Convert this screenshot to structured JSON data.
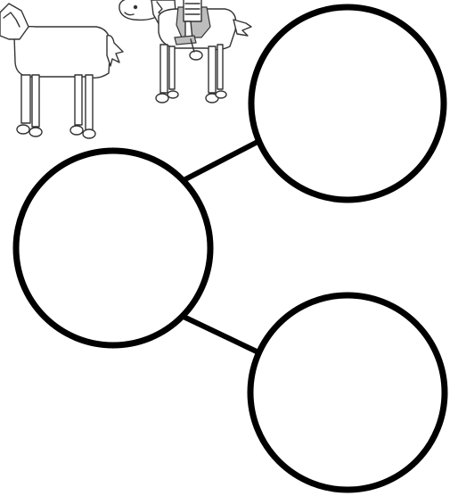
{
  "diagram": {
    "type": "number-bond",
    "parts": [
      {
        "id": "whole",
        "label": ""
      },
      {
        "id": "part-top",
        "label": ""
      },
      {
        "id": "part-bottom",
        "label": ""
      }
    ],
    "links": [
      {
        "from": "whole",
        "to": "part-top"
      },
      {
        "from": "whole",
        "to": "part-bottom"
      }
    ],
    "colors": {
      "stroke": "#000000",
      "background": "#ffffff"
    }
  },
  "illustrations": [
    {
      "id": "horse-plain",
      "icon": "horse-icon"
    },
    {
      "id": "horse-with-rider",
      "icon": "horse-with-cowboy-icon"
    }
  ]
}
